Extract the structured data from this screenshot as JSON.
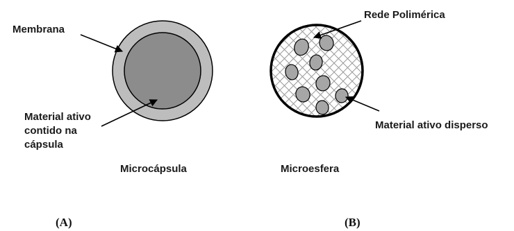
{
  "panel_a": {
    "membrane_label": "Membrana",
    "active_material_lines": [
      "Material ativo",
      "contido na",
      "cápsula"
    ],
    "caption": "Microcápsula",
    "panel_label": "(A)"
  },
  "panel_b": {
    "network_label": "Rede Polimérica",
    "dispersed_label": "Material ativo disperso",
    "caption": "Microesfera",
    "panel_label": "(B)"
  },
  "colors": {
    "membrane_fill": "#bdbdbd",
    "core_fill": "#8c8c8c",
    "mesh_line": "#9a9a9a",
    "particle_fill": "#a6a6a6",
    "outline": "#000000"
  }
}
